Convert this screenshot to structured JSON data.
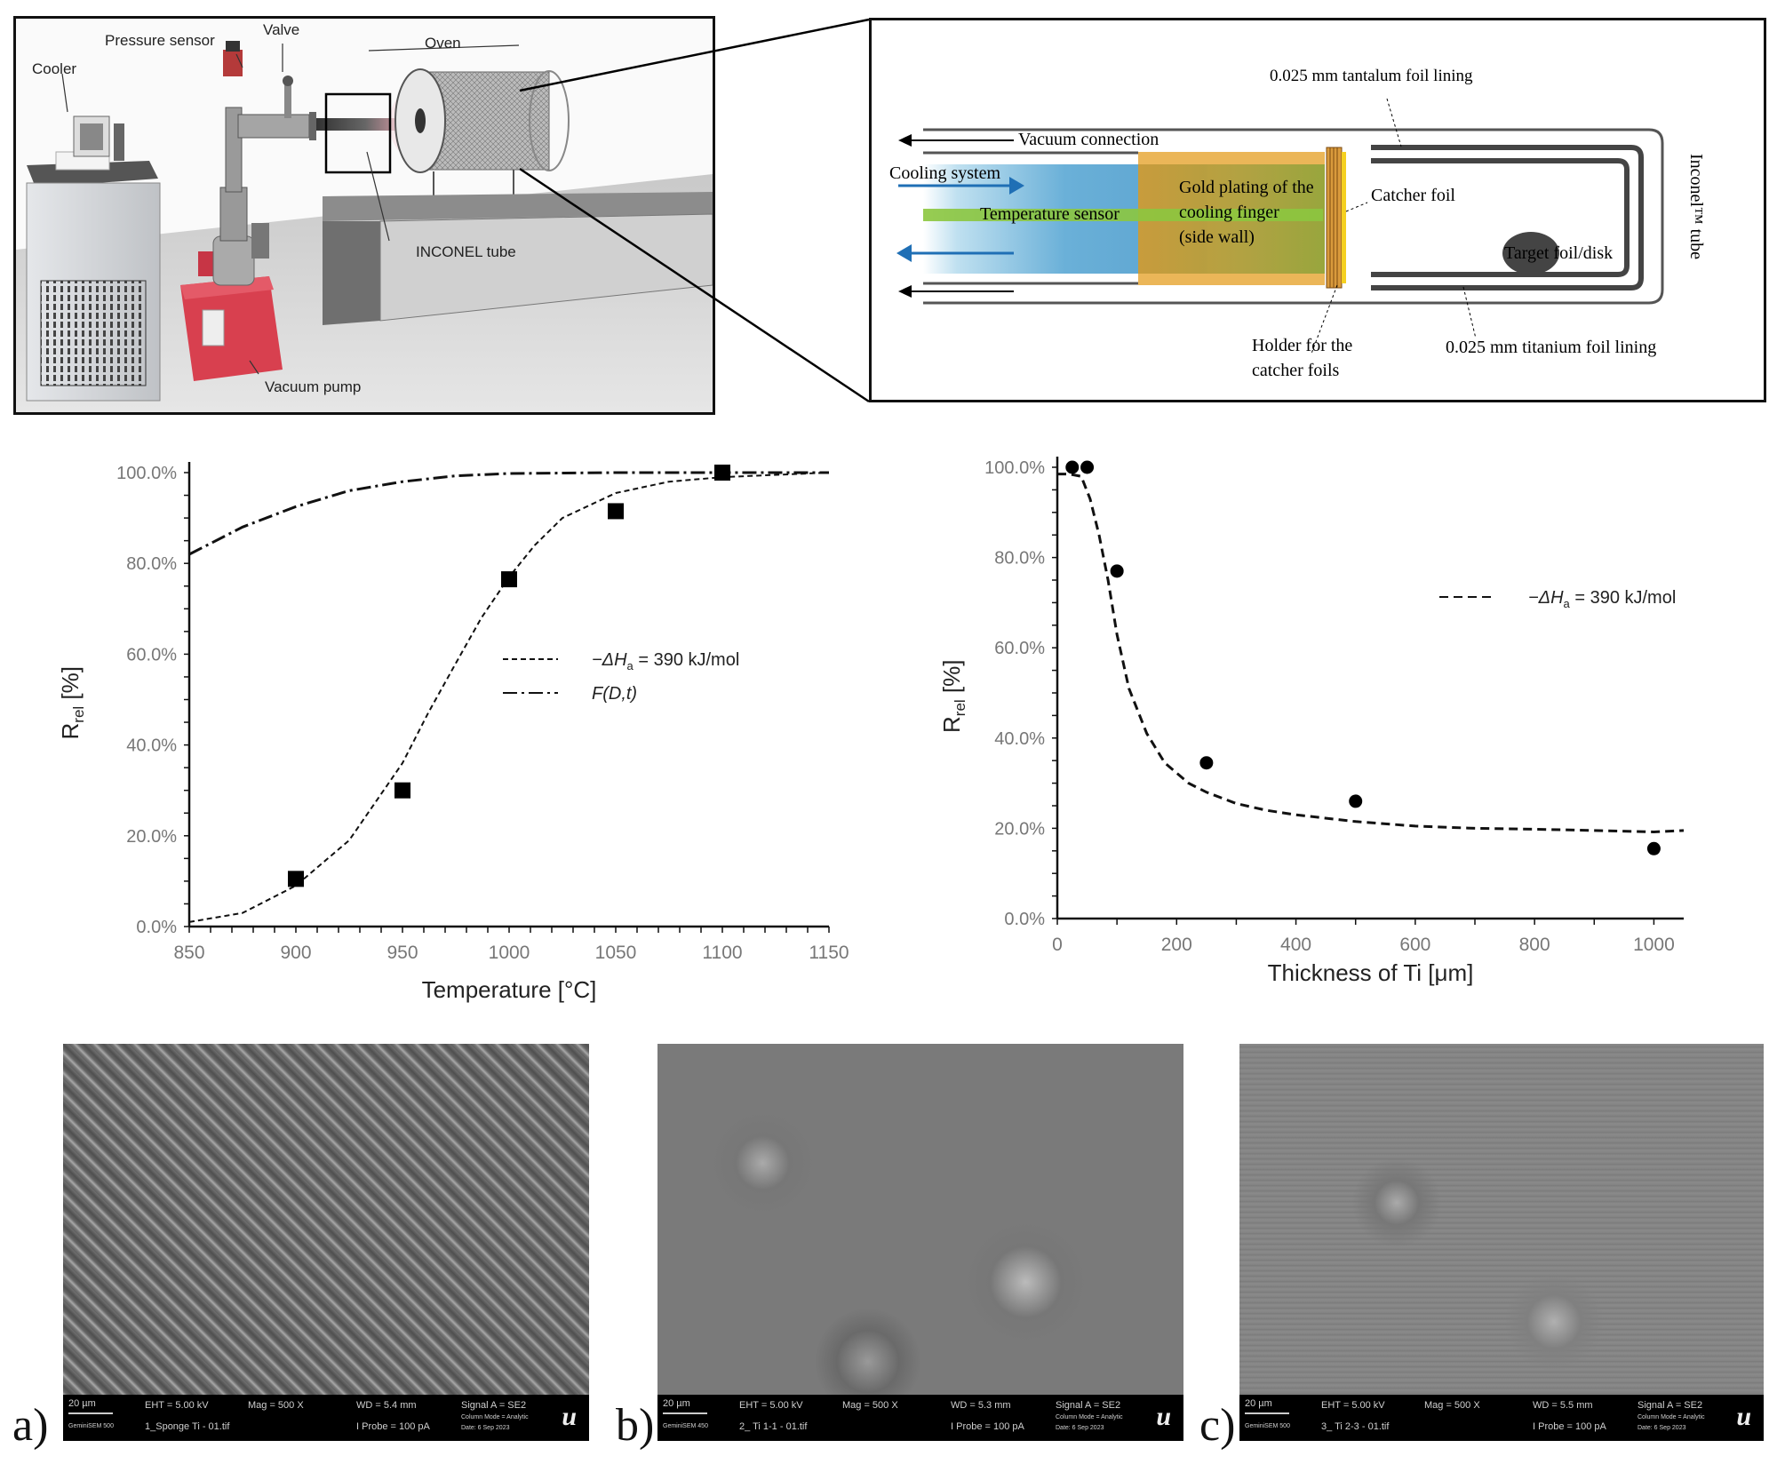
{
  "setup_photo": {
    "labels": {
      "cooler": "Cooler",
      "pressure_sensor": "Pressure sensor",
      "valve": "Valve",
      "oven": "Oven",
      "inconel_tube": "INCONEL tube",
      "vacuum_pump": "Vacuum pump"
    },
    "colors": {
      "pump": "#d8404f",
      "floor": "#d9d9d9"
    }
  },
  "schematic": {
    "labels": {
      "tantalum_lining": "0.025 mm tantalum foil lining",
      "vacuum_connection": "Vacuum connection",
      "cooling_system": "Cooling system",
      "temperature_sensor": "Temperature sensor",
      "gold_plating_1": "Gold plating of the",
      "gold_plating_2": "cooling finger",
      "gold_plating_3": "(side wall)",
      "catcher_foil": "Catcher foil",
      "target": "Target foil/disk",
      "inconel_tube": "Inconel™ tube",
      "holder_1": "Holder for the",
      "holder_2": "catcher foils",
      "titanium_lining": "0.025 mm titanium foil lining"
    },
    "colors": {
      "cooling": "#4a9fd0",
      "gold": "#e0a030",
      "sensor": "#8cc63f",
      "arrow_blue": "#1f6fb5"
    }
  },
  "chart_data": [
    {
      "type": "scatter",
      "title": "",
      "xlabel": "Temperature [°C]",
      "ylabel_main": "R",
      "ylabel_sub": "rel",
      "ylabel_unit": " [%]",
      "xlim": [
        850,
        1150
      ],
      "ylim": [
        0,
        100
      ],
      "xticks": [
        "850",
        "900",
        "950",
        "1000",
        "1050",
        "1100",
        "1150"
      ],
      "xtick_values": [
        850,
        900,
        950,
        1000,
        1050,
        1100,
        1150
      ],
      "yticks": [
        "0.0%",
        "20.0%",
        "40.0%",
        "60.0%",
        "80.0%",
        "100.0%"
      ],
      "ytick_values": [
        0,
        20,
        40,
        60,
        80,
        100
      ],
      "points": {
        "x": [
          900,
          950,
          1000,
          1050,
          1100
        ],
        "y": [
          10.5,
          30,
          76.5,
          91.5,
          100
        ]
      },
      "series": [
        {
          "name": "-ΔHa = 390 kJ/mol",
          "style": "dashed",
          "x": [
            850,
            875,
            900,
            925,
            950,
            962,
            975,
            987,
            1000,
            1012,
            1025,
            1050,
            1075,
            1100,
            1150
          ],
          "y": [
            1,
            3,
            9,
            19,
            36,
            47,
            58,
            68,
            77,
            84,
            90,
            95.5,
            98,
            99,
            100
          ]
        },
        {
          "name": "F(D,t)",
          "style": "dashdot",
          "x": [
            850,
            875,
            900,
            925,
            950,
            975,
            1000,
            1050,
            1100,
            1150
          ],
          "y": [
            82,
            88,
            92.5,
            96,
            98,
            99.3,
            99.8,
            100,
            100,
            100
          ]
        }
      ],
      "legend": [
        {
          "prefix": "−ΔH",
          "sub": "a",
          "suffix": " = 390 kJ/mol"
        },
        {
          "prefix": "F(D,t)",
          "sub": "",
          "suffix": ""
        }
      ],
      "legend_position": "lower-right"
    },
    {
      "type": "scatter",
      "title": "",
      "xlabel": "Thickness of Ti [μm]",
      "ylabel_main": "R",
      "ylabel_sub": "rel",
      "ylabel_unit": " [%]",
      "xlim": [
        0,
        1050
      ],
      "ylim": [
        0,
        100
      ],
      "xticks": [
        "0",
        "200",
        "400",
        "600",
        "800",
        "1000"
      ],
      "xtick_values": [
        0,
        200,
        400,
        600,
        800,
        1000
      ],
      "yticks": [
        "0.0%",
        "20.0%",
        "40.0%",
        "60.0%",
        "80.0%",
        "100.0%"
      ],
      "ytick_values": [
        0,
        20,
        40,
        60,
        80,
        100
      ],
      "points": {
        "x": [
          25,
          50,
          100,
          250,
          500,
          1000
        ],
        "y": [
          100,
          100,
          77,
          34.5,
          26,
          15.5
        ]
      },
      "series": [
        {
          "name": "-ΔHa = 390 kJ/mol",
          "style": "dashed",
          "x": [
            0,
            20,
            40,
            55,
            70,
            85,
            100,
            120,
            150,
            180,
            220,
            250,
            300,
            350,
            400,
            500,
            600,
            700,
            800,
            900,
            1000,
            1050
          ],
          "y": [
            98.5,
            98.5,
            98,
            93,
            85,
            75,
            63,
            51,
            41,
            34.5,
            30,
            28,
            25.5,
            24,
            23,
            21.5,
            20.5,
            20,
            19.8,
            19.5,
            19.2,
            19.5
          ]
        }
      ],
      "legend": [
        {
          "prefix": "−ΔH",
          "sub": "a",
          "suffix": " = 390 kJ/mol"
        }
      ],
      "legend_position": "right"
    }
  ],
  "sem_images": [
    {
      "panel": "a)",
      "scale": "20 µm",
      "eht": "EHT = 5.00 kV",
      "mag": "Mag =   500 X",
      "wd": "WD = 5.4 mm",
      "signal": "Signal A = SE2",
      "file": "1_Sponge Ti - 01.tif",
      "probe": "I Probe =    100 pA",
      "instrument": "GeminiSEM 500",
      "mode": "Column Mode = Analytic",
      "date": "Date: 6 Sep 2023"
    },
    {
      "panel": "b)",
      "scale": "20 µm",
      "eht": "EHT = 5.00 kV",
      "mag": "Mag =   500 X",
      "wd": "WD = 5.3 mm",
      "signal": "Signal A = SE2",
      "file": "2_ Ti 1-1 - 01.tif",
      "probe": "I Probe =    100 pA",
      "instrument": "GeminiSEM 450",
      "mode": "Column Mode = Analytic",
      "date": "Date: 6 Sep 2023"
    },
    {
      "panel": "c)",
      "scale": "20 µm",
      "eht": "EHT = 5.00 kV",
      "mag": "Mag =   500 X",
      "wd": "WD = 5.5 mm",
      "signal": "Signal A = SE2",
      "file": "3_ Ti 2-3 - 01.tif",
      "probe": "I Probe =    100 pA",
      "instrument": "GeminiSEM 500",
      "mode": "Column Mode = Analytic",
      "date": "Date: 6 Sep 2023"
    }
  ],
  "sem_logo": "u"
}
